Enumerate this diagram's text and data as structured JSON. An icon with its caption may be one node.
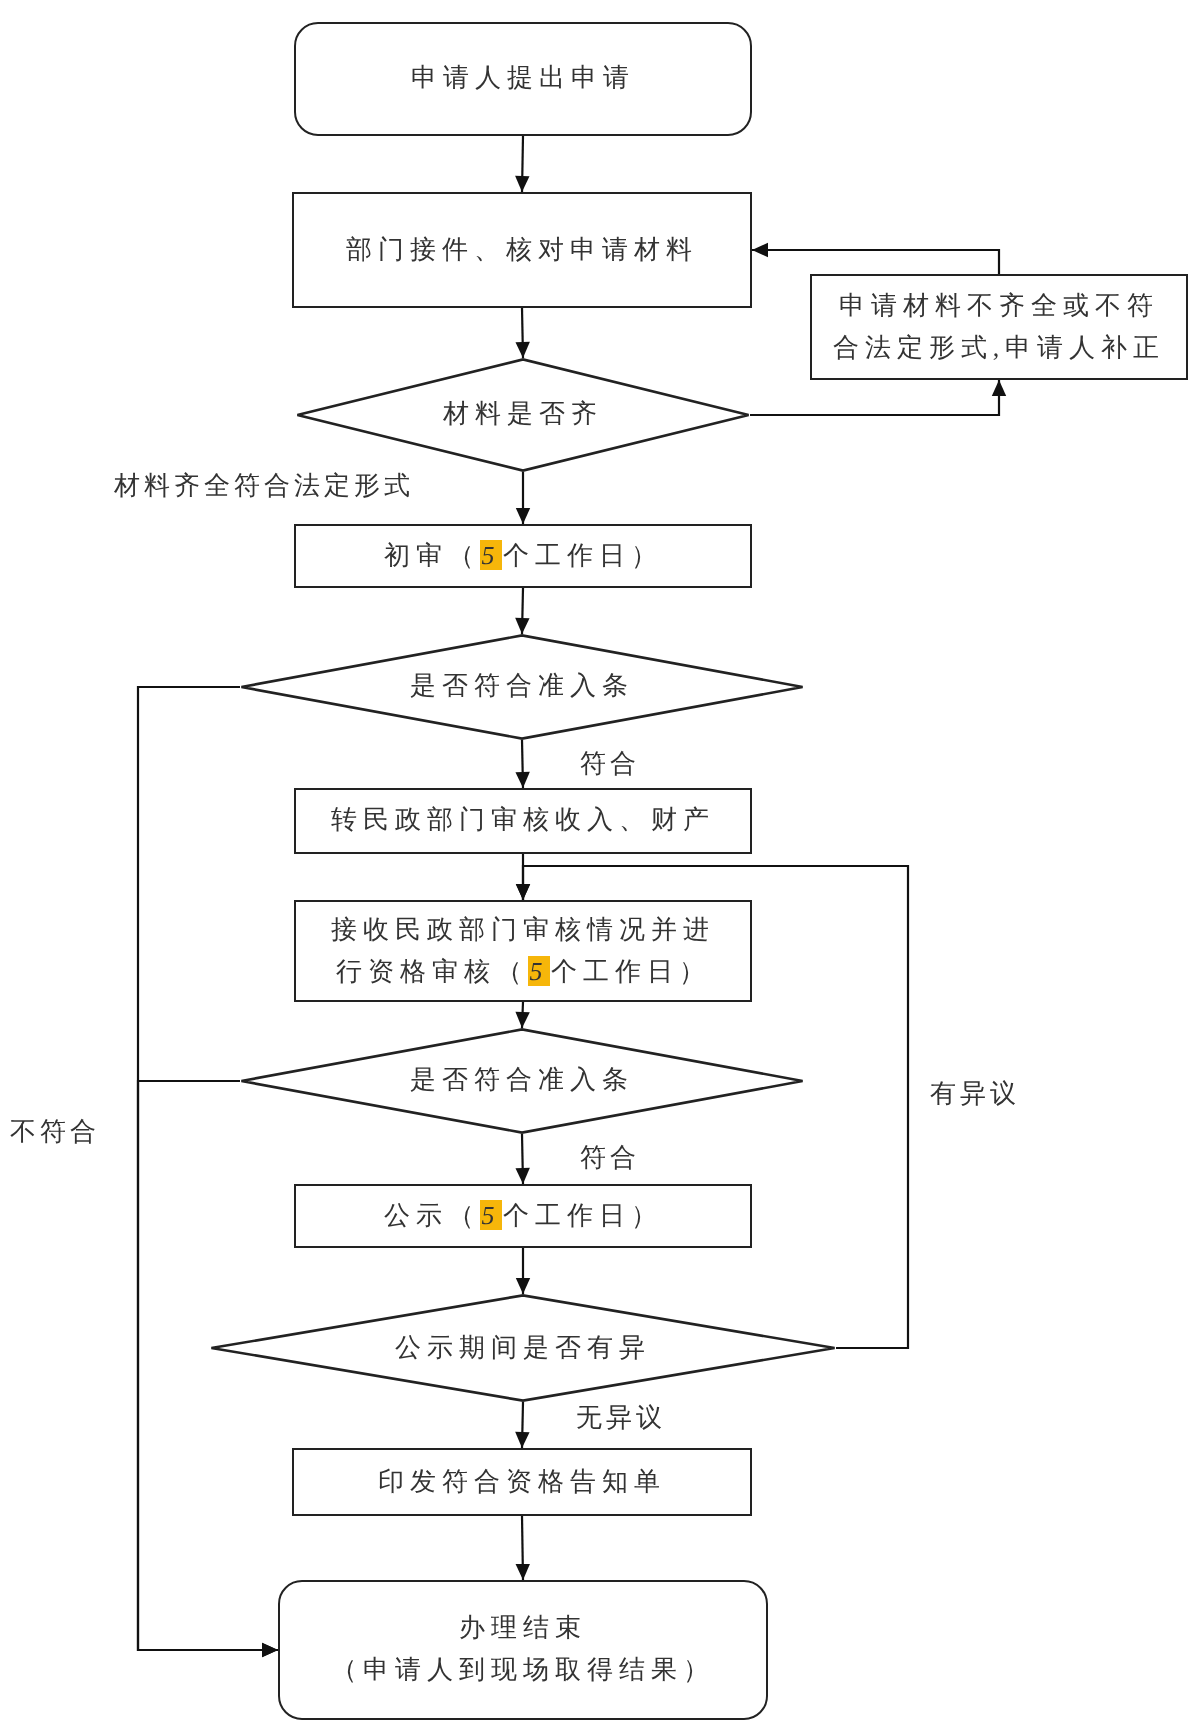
{
  "diagram": {
    "nodes": [
      {
        "text": [
          "申请人提出申请"
        ]
      },
      {
        "text": [
          "部门接件、核对申请材料"
        ]
      },
      {
        "text": [
          "申请材料不齐全或不符合法定形式,申请人补正"
        ]
      },
      {
        "text": [
          "材料是否齐"
        ]
      },
      {
        "text": [
          "初审（5个工作日）"
        ]
      },
      {
        "text": [
          "是否符合准入条"
        ]
      },
      {
        "text": [
          "转民政部门审核收入、财产"
        ]
      },
      {
        "text": [
          "接收民政部门审核情况并进行资格审核（5个工作日）"
        ]
      },
      {
        "text": [
          "是否符合准入条"
        ]
      },
      {
        "text": [
          "公示（5个工作日）"
        ]
      },
      {
        "text": [
          "公示期间是否有异"
        ]
      },
      {
        "text": [
          "印发符合资格告知单"
        ]
      },
      {
        "text": [
          "办理结束",
          "（申请人到现场取得结果）"
        ]
      }
    ],
    "edges": [
      {
        "from": 0,
        "to": 1,
        "arrow": "to"
      },
      {
        "from": 1,
        "to": 3,
        "arrow": "to"
      },
      {
        "from": 3,
        "to": 2,
        "arrow": "to"
      },
      {
        "from": 2,
        "to": 1,
        "arrow": "to"
      },
      {
        "from": 3,
        "to": 4,
        "arrow": "to",
        "label": "材料齐全符合法定形式"
      },
      {
        "from": 4,
        "to": 5,
        "arrow": "to"
      },
      {
        "from": 5,
        "to": 6,
        "arrow": "to",
        "label": "符合"
      },
      {
        "from": 5,
        "to": 12,
        "arrow": "to"
      },
      {
        "from": 6,
        "to": 7,
        "arrow": "to"
      },
      {
        "from": 7,
        "to": 8,
        "arrow": "to"
      },
      {
        "from": 8,
        "to": 9,
        "arrow": "to",
        "label": "符合"
      },
      {
        "from": 8,
        "to": 12,
        "arrow": "to",
        "label": "不符合"
      },
      {
        "from": 9,
        "to": 10,
        "arrow": "to"
      },
      {
        "from": 10,
        "to": 11,
        "arrow": "to",
        "label": "无异议"
      },
      {
        "from": 11,
        "to": 12,
        "arrow": "to"
      },
      {
        "from": 10,
        "to": 7,
        "arrow": "to",
        "label": "有异议"
      }
    ]
  }
}
